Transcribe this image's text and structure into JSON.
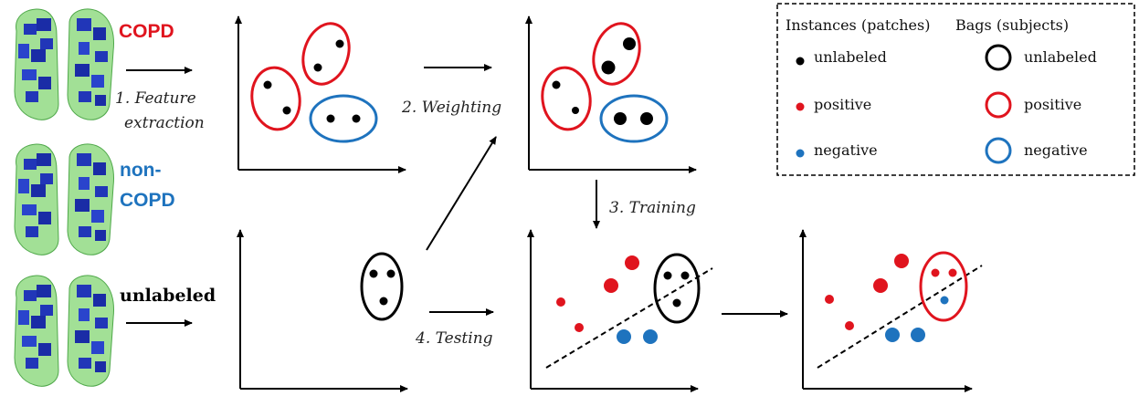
{
  "colors": {
    "red": "#e0141e",
    "blue": "#1e73be",
    "black": "#000000",
    "lung_green": "#7bd36a",
    "lung_blue": "#2136b8"
  },
  "inputs": [
    {
      "label": "COPD",
      "color": "#e0141e"
    },
    {
      "label_lines": [
        "non-",
        "COPD"
      ],
      "color": "#1e73be"
    },
    {
      "label": "unlabeled",
      "color": "#000000"
    }
  ],
  "steps": {
    "feature_extraction": [
      "1. Feature",
      "extraction"
    ],
    "weighting": "2. Weighting",
    "training": "3. Training",
    "testing": "4. Testing"
  },
  "legend": {
    "instances_header": "Instances (patches)",
    "bags_header": "Bags (subjects)",
    "rows": [
      {
        "label": "unlabeled",
        "color": "#000000"
      },
      {
        "label": "positive",
        "color": "#e0141e"
      },
      {
        "label": "negative",
        "color": "#1e73be"
      }
    ]
  },
  "icons": {
    "lung": "lung-ct-render-icon",
    "arrow": "arrow-right-icon"
  }
}
